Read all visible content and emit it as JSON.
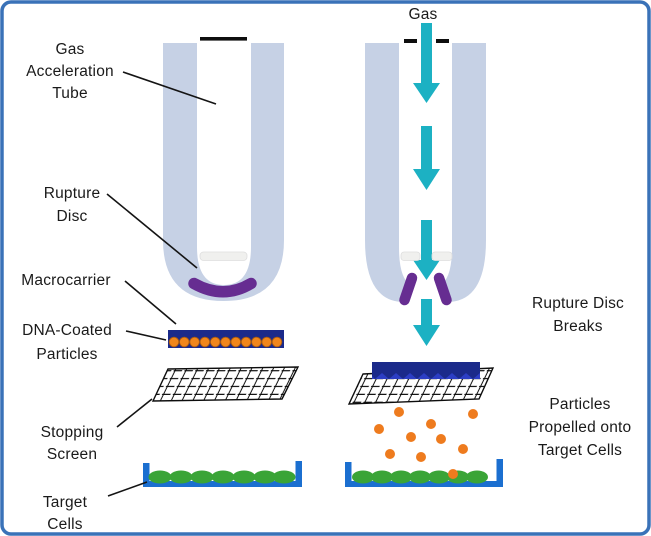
{
  "annotations": {
    "gas_acceleration_tube": {
      "line1": "Gas",
      "line2": "Acceleration",
      "line3": "Tube"
    },
    "rupture_disc": {
      "line1": "Rupture",
      "line2": "Disc"
    },
    "macrocarrier": {
      "line1": "Macrocarrier"
    },
    "dna_coated_particles": {
      "line1": "DNA-Coated",
      "line2": "Particles"
    },
    "stopping_screen": {
      "line1": "Stopping",
      "line2": "Screen"
    },
    "target_cells": {
      "line1": "Target",
      "line2": "Cells"
    },
    "gas": {
      "line1": "Gas"
    },
    "rupture_disc_breaks": {
      "line1": "Rupture Disc",
      "line2": "Breaks"
    },
    "particles_propelled": {
      "line1": "Particles",
      "line2": "Propelled onto",
      "line3": "Target Cells"
    }
  },
  "counts": {
    "macrocarrier_particle_row": 11,
    "scattered_particles": 9,
    "particles_on_cells": 1
  },
  "colors": {
    "frame_border": "#3a72b8",
    "tube": "#c6d1e5",
    "gas_arrow": "#1cb1c3",
    "rupture_disc_membrane": "#f0f0ee",
    "rupture_disc_purple": "#662d91",
    "macrocarrier_navy": "#1b2a8a",
    "macrocarrier_accent": "#2c3ec4",
    "particle_orange": "#ee7b1e",
    "stopping_screen_black": "#0d0d0d",
    "dish_blue": "#1b6fd0",
    "cells_green": "#3aa437",
    "text": "#1a1a1a"
  }
}
